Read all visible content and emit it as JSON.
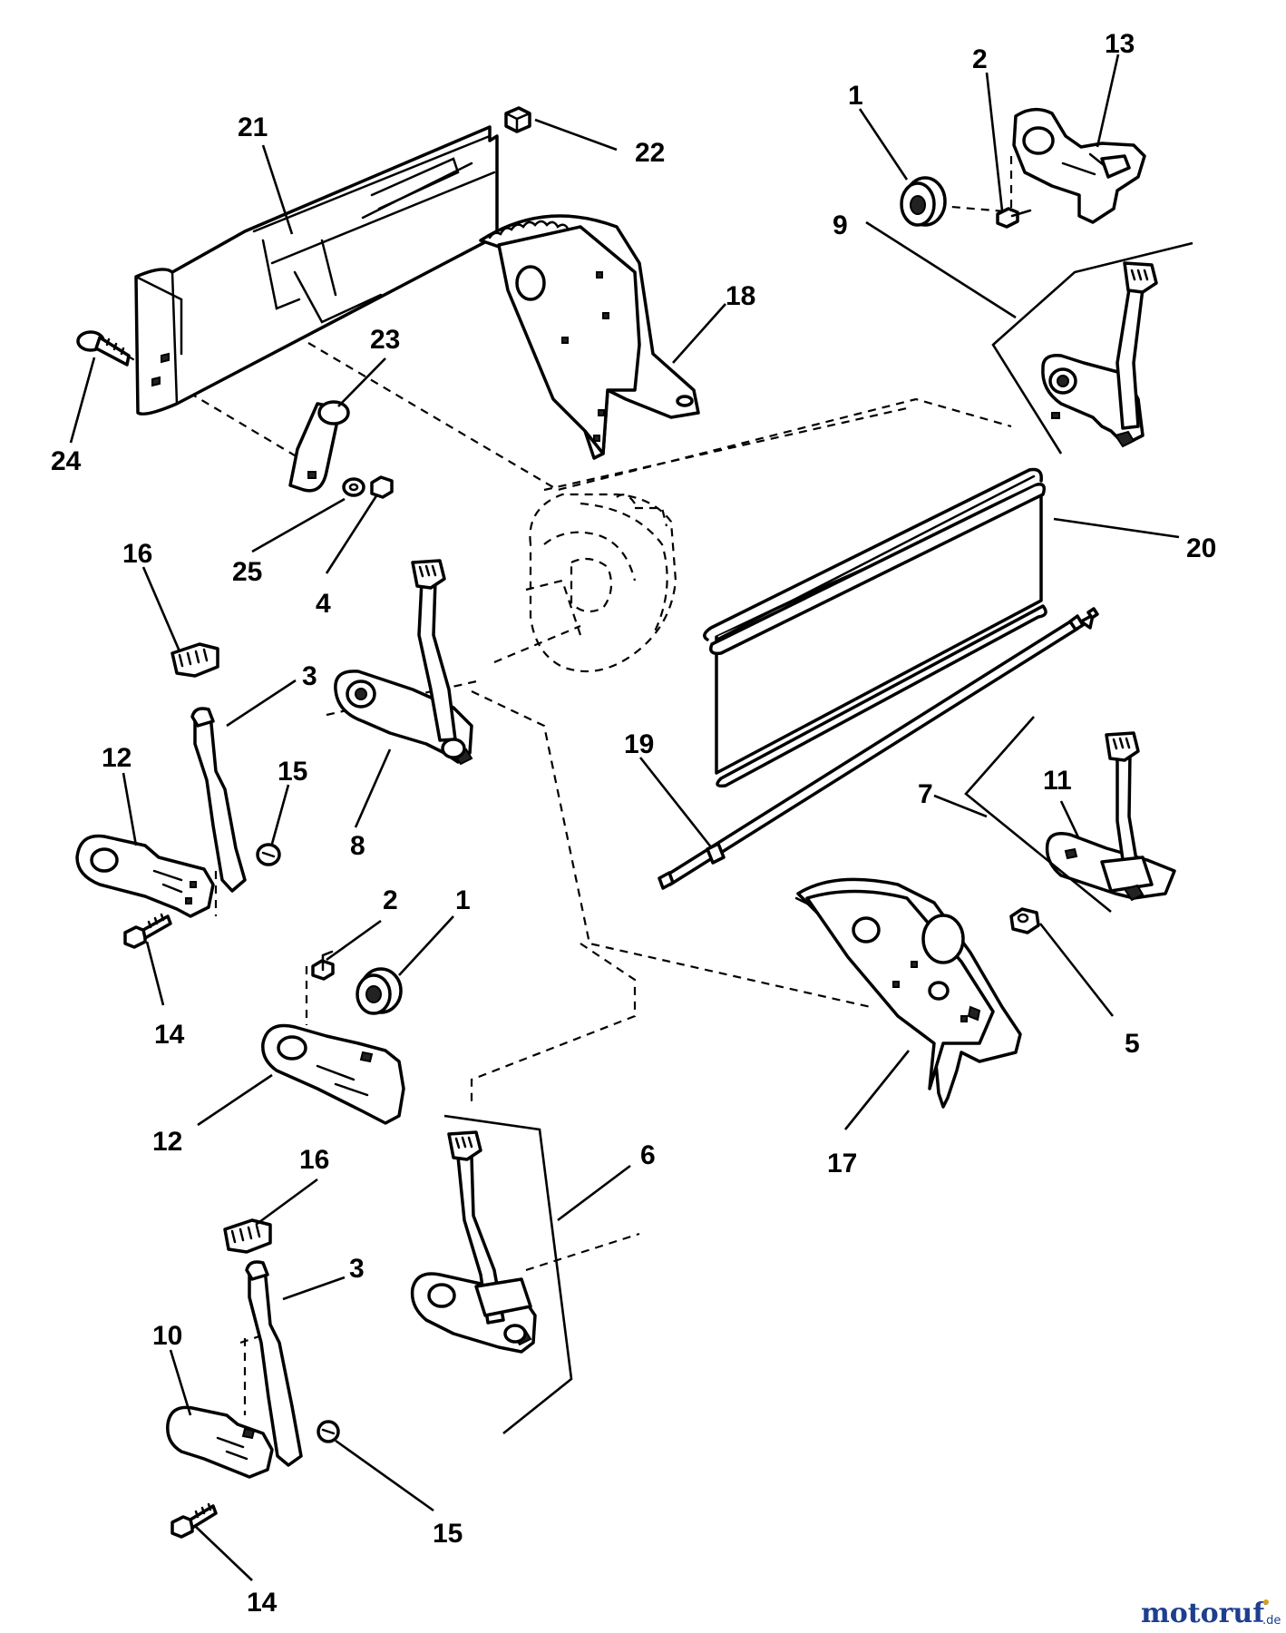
{
  "callouts": [
    "1",
    "2",
    "13",
    "21",
    "22",
    "9",
    "18",
    "23",
    "24",
    "25",
    "4",
    "20",
    "16",
    "3",
    "12",
    "15",
    "8",
    "19",
    "7",
    "11",
    "14",
    "2",
    "1",
    "5",
    "12",
    "17",
    "6",
    "16",
    "3",
    "10",
    "15",
    "14"
  ],
  "watermark": {
    "brand": "motoruf",
    "suffix": ".de",
    "brand_color": "#1e3f8f",
    "accent_color": "#d4a017"
  }
}
